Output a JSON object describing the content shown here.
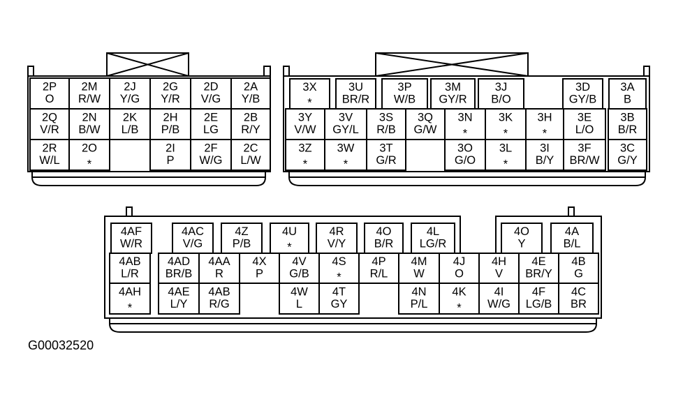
{
  "figure_id": "G00032520",
  "connector_2": [
    {
      "id": "2P",
      "color": "O"
    },
    {
      "id": "2M",
      "color": "R/W"
    },
    {
      "id": "2J",
      "color": "Y/G"
    },
    {
      "id": "2G",
      "color": "Y/R"
    },
    {
      "id": "2D",
      "color": "V/G"
    },
    {
      "id": "2A",
      "color": "Y/B"
    },
    {
      "id": "2Q",
      "color": "V/R"
    },
    {
      "id": "2N",
      "color": "B/W"
    },
    {
      "id": "2K",
      "color": "L/B"
    },
    {
      "id": "2H",
      "color": "P/B"
    },
    {
      "id": "2E",
      "color": "LG"
    },
    {
      "id": "2B",
      "color": "R/Y"
    },
    {
      "id": "2R",
      "color": "W/L"
    },
    {
      "id": "2O",
      "color": "*"
    },
    {
      "id": "2I",
      "color": "P"
    },
    {
      "id": "2F",
      "color": "W/G"
    },
    {
      "id": "2C",
      "color": "L/W"
    }
  ],
  "connector_3": [
    {
      "id": "3X",
      "color": "*"
    },
    {
      "id": "3U",
      "color": "BR/R"
    },
    {
      "id": "3P",
      "color": "W/B"
    },
    {
      "id": "3M",
      "color": "GY/R"
    },
    {
      "id": "3J",
      "color": "B/O"
    },
    {
      "id": "3D",
      "color": "GY/B"
    },
    {
      "id": "3A",
      "color": "B"
    },
    {
      "id": "3Y",
      "color": "V/W"
    },
    {
      "id": "3V",
      "color": "GY/L"
    },
    {
      "id": "3S",
      "color": "R/B"
    },
    {
      "id": "3Q",
      "color": "G/W"
    },
    {
      "id": "3N",
      "color": "*"
    },
    {
      "id": "3K",
      "color": "*"
    },
    {
      "id": "3H",
      "color": "*"
    },
    {
      "id": "3E",
      "color": "L/O"
    },
    {
      "id": "3B",
      "color": "B/R"
    },
    {
      "id": "3Z",
      "color": "*"
    },
    {
      "id": "3W",
      "color": "*"
    },
    {
      "id": "3T",
      "color": "G/R"
    },
    {
      "id": "3O",
      "color": "G/O"
    },
    {
      "id": "3L",
      "color": "*"
    },
    {
      "id": "3I",
      "color": "B/Y"
    },
    {
      "id": "3F",
      "color": "BR/W"
    },
    {
      "id": "3C",
      "color": "G/Y"
    }
  ],
  "connector_4": [
    {
      "id": "4AF",
      "color": "W/R"
    },
    {
      "id": "4AC",
      "color": "V/G"
    },
    {
      "id": "4Z",
      "color": "P/B"
    },
    {
      "id": "4U",
      "color": "*"
    },
    {
      "id": "4R",
      "color": "V/Y"
    },
    {
      "id": "4O",
      "color": "B/R"
    },
    {
      "id": "4L",
      "color": "LG/R"
    },
    {
      "id": "4O",
      "color": "Y"
    },
    {
      "id": "4A",
      "color": "B/L"
    },
    {
      "id": "4AB",
      "color": "L/R"
    },
    {
      "id": "4AD",
      "color": "BR/B"
    },
    {
      "id": "4AA",
      "color": "R"
    },
    {
      "id": "4X",
      "color": "P"
    },
    {
      "id": "4V",
      "color": "G/B"
    },
    {
      "id": "4S",
      "color": "*"
    },
    {
      "id": "4P",
      "color": "R/L"
    },
    {
      "id": "4M",
      "color": "W"
    },
    {
      "id": "4J",
      "color": "O"
    },
    {
      "id": "4H",
      "color": "V"
    },
    {
      "id": "4E",
      "color": "BR/Y"
    },
    {
      "id": "4B",
      "color": "G"
    },
    {
      "id": "4AH",
      "color": "*"
    },
    {
      "id": "4AE",
      "color": "L/Y"
    },
    {
      "id": "4AB",
      "color": "R/G"
    },
    {
      "id": "4W",
      "color": "L"
    },
    {
      "id": "4T",
      "color": "GY"
    },
    {
      "id": "4N",
      "color": "P/L"
    },
    {
      "id": "4K",
      "color": "*"
    },
    {
      "id": "4I",
      "color": "W/G"
    },
    {
      "id": "4F",
      "color": "LG/B"
    },
    {
      "id": "4C",
      "color": "BR"
    }
  ]
}
